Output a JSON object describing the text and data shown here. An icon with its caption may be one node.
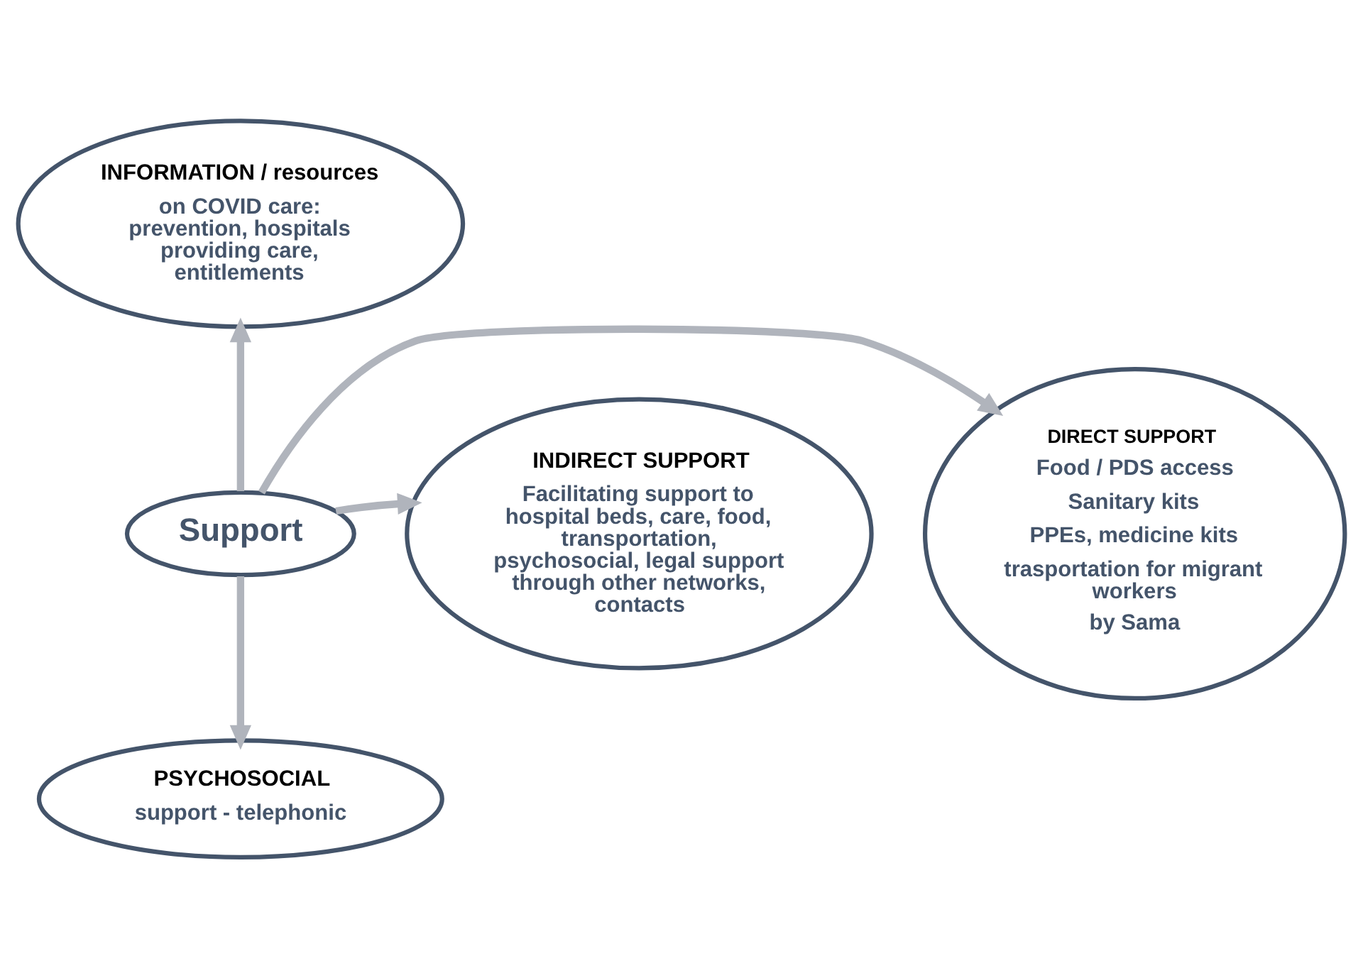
{
  "diagram": {
    "nodes": [
      {
        "text": [
          "Support"
        ]
      },
      {
        "text": [
          "INFORMATION / resources",
          "on COVID care: prevention, hospitals providing care, entitlements"
        ]
      },
      {
        "text": [
          "DIRECT SUPPORT",
          "Food / PDS access",
          "Sanitary kits",
          "PPEs, medicine kits",
          "trasportation for migrant workers",
          "by Sama"
        ]
      },
      {
        "text": [
          "INDIRECT SUPPORT",
          "Facilitating support to hospital beds, care, food, transportation, psychosocial, legal support through other networks, contacts"
        ]
      },
      {
        "text": [
          "PSYCHOSOCIAL",
          "support - telephonic"
        ]
      }
    ],
    "edges": [
      {
        "from": 0,
        "to": 1,
        "arrow": "to"
      },
      {
        "from": 0,
        "to": 2,
        "arrow": "to"
      },
      {
        "from": 0,
        "to": 3,
        "arrow": "to"
      },
      {
        "from": 0,
        "to": 4,
        "arrow": "to"
      }
    ]
  }
}
